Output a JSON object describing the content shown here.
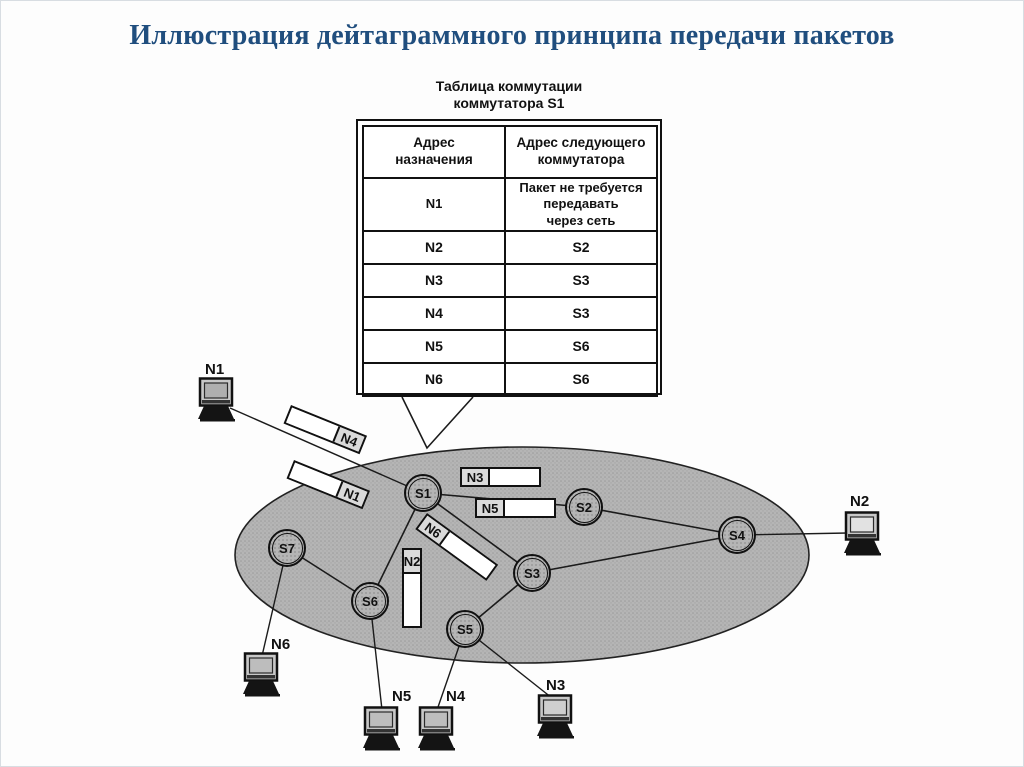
{
  "slide": {
    "title": "Иллюстрация дейтаграммного принципа передачи пакетов"
  },
  "colors": {
    "title_blue": "#204E7E",
    "cloud_gray": "#b5b5b5",
    "line_black": "#1b1b1b"
  },
  "switch_table": {
    "title": "Таблица коммутации\nкоммутатора S1",
    "col_dest": "Адрес\nназначения",
    "col_next": "Адрес следующего\nкоммутатора",
    "rows": [
      {
        "dest": "N1",
        "next": "Пакет не требуется\nпередавать\nчерез сеть"
      },
      {
        "dest": "N2",
        "next": "S2"
      },
      {
        "dest": "N3",
        "next": "S3"
      },
      {
        "dest": "N4",
        "next": "S3"
      },
      {
        "dest": "N5",
        "next": "S6"
      },
      {
        "dest": "N6",
        "next": "S6"
      }
    ]
  },
  "network": {
    "switches": [
      {
        "label": "S1"
      },
      {
        "label": "S2"
      },
      {
        "label": "S3"
      },
      {
        "label": "S4"
      },
      {
        "label": "S5"
      },
      {
        "label": "S6"
      },
      {
        "label": "S7"
      }
    ],
    "computers": [
      {
        "label": "N1"
      },
      {
        "label": "N2"
      },
      {
        "label": "N3"
      },
      {
        "label": "N4"
      },
      {
        "label": "N5"
      },
      {
        "label": "N6"
      }
    ],
    "packets": [
      {
        "label": "N4"
      },
      {
        "label": "N1"
      },
      {
        "label": "N3"
      },
      {
        "label": "N5"
      },
      {
        "label": "N6"
      },
      {
        "label": "N2"
      }
    ]
  }
}
